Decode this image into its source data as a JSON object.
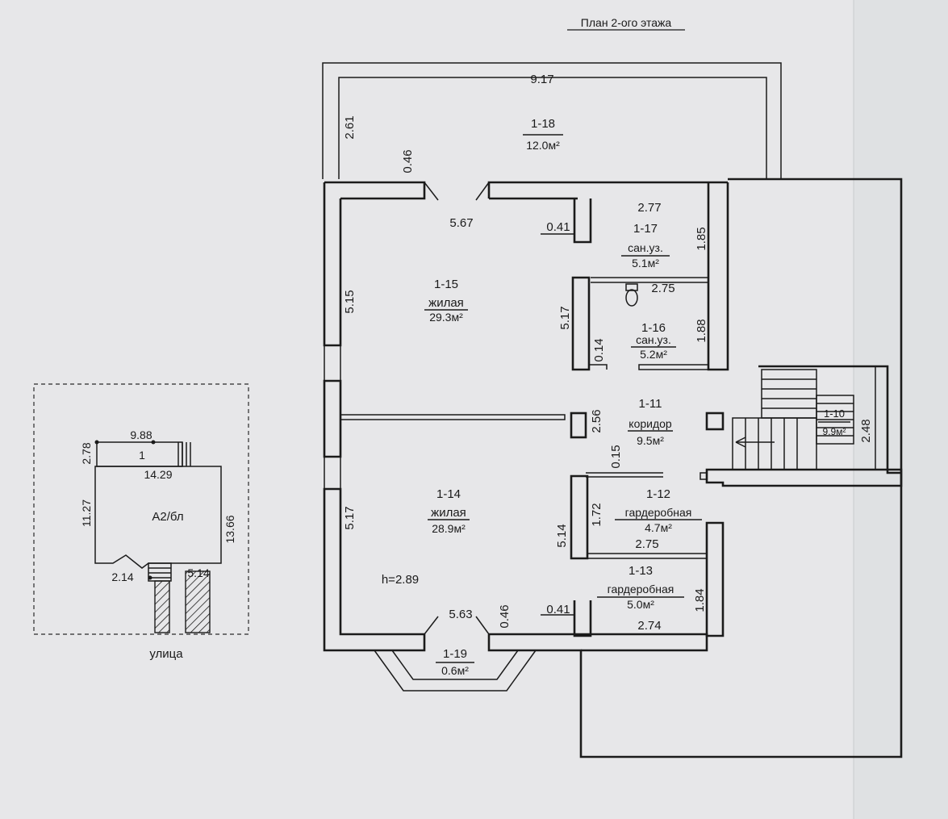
{
  "title": "План 2-ого этажа",
  "rooms": {
    "r18": {
      "number": "1-18",
      "area": "12.0м²"
    },
    "r17": {
      "number": "1-17",
      "name": "сан.уз.",
      "area": "5.1м²"
    },
    "r16": {
      "number": "1-16",
      "name": "сан.уз.",
      "area": "5.2м²"
    },
    "r15": {
      "number": "1-15",
      "name": "жилая",
      "area": "29.3м²"
    },
    "r14": {
      "number": "1-14",
      "name": "жилая",
      "area": "28.9м²"
    },
    "r11": {
      "number": "1-11",
      "name": "коридор",
      "area": "9.5м²"
    },
    "r10": {
      "number": "1-10",
      "area": "9.9м²"
    },
    "r12": {
      "number": "1-12",
      "name": "гардеробная",
      "area": "4.7м²"
    },
    "r13": {
      "number": "1-13",
      "name": "гардеробная",
      "area": "5.0м²"
    },
    "r19": {
      "number": "1-19",
      "area": "0.6м²"
    }
  },
  "dims": {
    "top_917": "9.17",
    "left_261": "2.61",
    "d046_top": "0.46",
    "d567": "5.67",
    "d041_top": "0.41",
    "d277": "2.77",
    "d185": "1.85",
    "d275_top": "2.75",
    "d517_left_upper": "5.15",
    "d517_mid": "5.17",
    "d014": "0.14",
    "d188": "1.88",
    "d256": "2.56",
    "d015": "0.15",
    "d248": "2.48",
    "d517_left_lower": "5.17",
    "d172": "1.72",
    "d514": "5.14",
    "d275_mid": "2.75",
    "height": "h=2.89",
    "d563": "5.63",
    "d046_bottom": "0.46",
    "d041_bottom": "0.41",
    "d184": "1.84",
    "d274": "2.74"
  },
  "site": {
    "d988": "9.88",
    "d278": "2.78",
    "label_1": "1",
    "d1429": "14.29",
    "d1127": "11.27",
    "d1366": "13.66",
    "building": "А2/бл",
    "d214": "2.14",
    "d514": "5.14",
    "street": "улица"
  }
}
